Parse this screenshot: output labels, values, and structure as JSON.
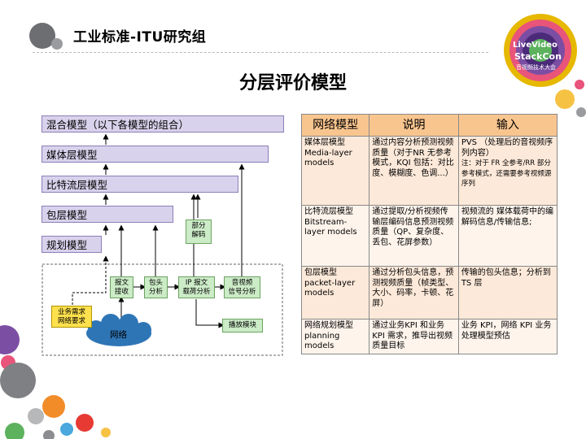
{
  "header": {
    "title": "工业标准-ITU研究组"
  },
  "slide_title": "分层评价模型",
  "logo": {
    "line1": "LiveVideo",
    "line2": "StackCon",
    "line3": "音视频技术大会"
  },
  "layers": {
    "hybrid": "混合模型（以下各模型的组合）",
    "media": "媒体层模型",
    "bitstream": "比特流层模型",
    "packet": "包层模型",
    "planning": "规划模型"
  },
  "diagram": {
    "partial_decode": "部分\n解码",
    "packet_recv": "报文\n接收",
    "header_analysis": "包头\n分析",
    "ip_payload": "IP 报文\n载荷分析",
    "av_signal": "音视频\n信号分析",
    "business_req": "业务需求\n网络要求",
    "network": "网络",
    "playback": "播放模块"
  },
  "table": {
    "headers": [
      "网络模型",
      "说明",
      "输入"
    ],
    "rows": [
      {
        "model": "媒体层模型\nMedia-layer models",
        "desc": "通过内容分析预测视频质量（对于NR 无参考模式，KQI 包括：对比度、模糊度、色调...）",
        "input": "PVS （处理后的音视频序列内容）",
        "input_note": "注：对于 FR 全参考/RR 部分参考模式，还需要参考视频源序列"
      },
      {
        "model": "比特流层模型\nBitstream-layer models",
        "desc": "通过提取/分析视频传输层编码信息预测视频质量（QP、复杂度、丢包、花屏参数）",
        "input": "视频流的 媒体载荷中的编解码信息/传输信息;",
        "input_note": ""
      },
      {
        "model": "包层模型\npacket-layer models",
        "desc": "通过分析包头信息，预测视频质量（帧类型、大小、码率，卡顿、花屏）",
        "input": "传输的包头信息；分析到 TS 层",
        "input_note": ""
      },
      {
        "model": "网络规划模型\nplanning models",
        "desc": "通过业务KPI 和业务 KPI 需求，推导出视频质量目标",
        "input": "业务 KPI，网络 KPI 业务处理模型预估",
        "input_note": ""
      }
    ]
  },
  "colors": {
    "layer_fill": "#d9d2ec",
    "green_box": "#ccebc7",
    "yellow_box": "#ffe14d",
    "network_cloud": "#2e75b6",
    "table_header": "#f9c58f"
  }
}
